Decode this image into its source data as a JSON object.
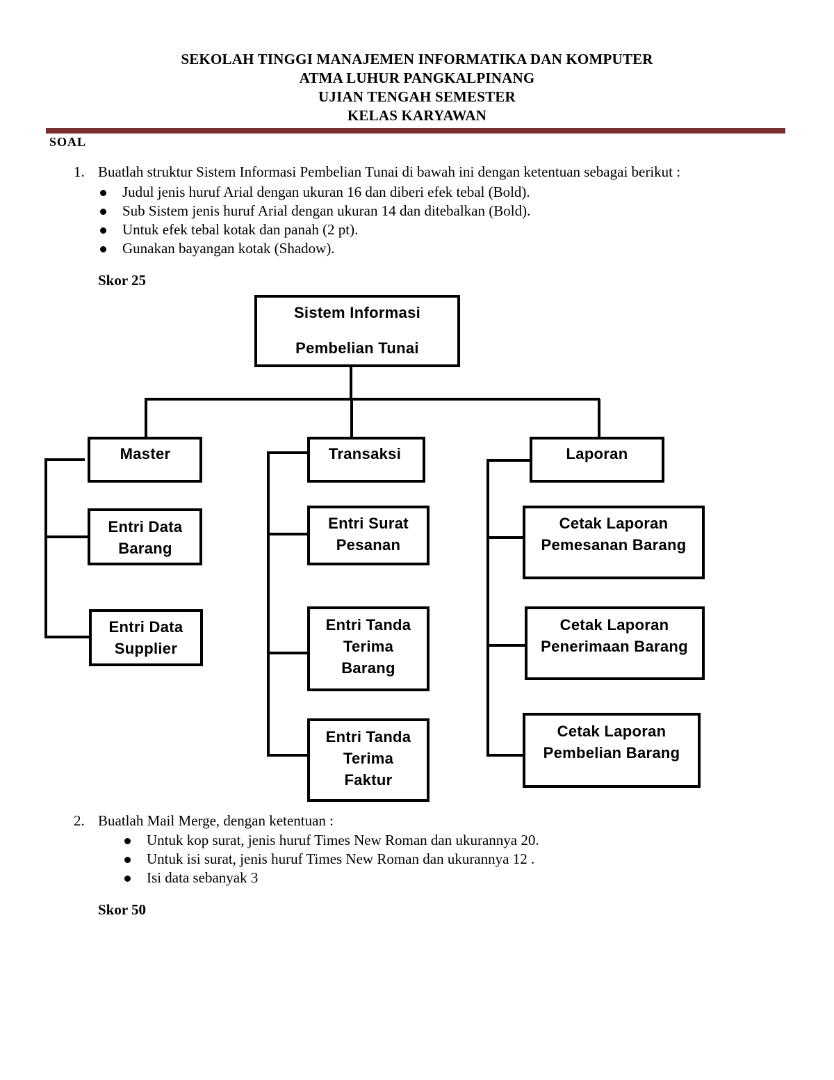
{
  "header": {
    "line1": "SEKOLAH TINGGI MANAJEMEN INFORMATIKA DAN KOMPUTER",
    "line2": "ATMA LUHUR PANGKALPINANG",
    "line3": "UJIAN TENGAH SEMESTER",
    "line4": "KELAS KARYAWAN"
  },
  "colors": {
    "rule": "#7a2d2d"
  },
  "section_title": "SOAL",
  "question1": {
    "number": "1.",
    "text": "Buatlah struktur Sistem Informasi Pembelian  Tunai di bawah ini dengan ketentuan sebagai berikut :",
    "bullets": [
      "Judul jenis huruf Arial dengan ukuran 16 dan diberi efek tebal (Bold).",
      "Sub Sistem jenis huruf Arial dengan ukuran 14 dan ditebalkan (Bold).",
      "Untuk efek tebal kotak dan panah (2 pt).",
      "Gunakan bayangan kotak (Shadow)."
    ],
    "score": "Skor 25"
  },
  "diagram": {
    "root": [
      "Sistem Informasi",
      "Pembelian Tunai"
    ],
    "master": {
      "title": "Master",
      "items": [
        [
          "Entri Data",
          "Barang"
        ],
        [
          "Entri Data",
          "Supplier"
        ]
      ]
    },
    "transaksi": {
      "title": "Transaksi",
      "items": [
        [
          "Entri Surat",
          "Pesanan"
        ],
        [
          "Entri Tanda",
          "Terima",
          "Barang"
        ],
        [
          "Entri Tanda",
          "Terima",
          "Faktur"
        ]
      ]
    },
    "laporan": {
      "title": "Laporan",
      "items": [
        [
          "Cetak Laporan",
          "Pemesanan Barang"
        ],
        [
          "Cetak Laporan",
          "Penerimaan Barang"
        ],
        [
          "Cetak Laporan",
          "Pembelian Barang"
        ]
      ]
    }
  },
  "question2": {
    "number": "2.",
    "text": "Buatlah Mail Merge, dengan ketentuan :",
    "bullets": [
      "Untuk kop surat, jenis huruf Times New Roman dan ukurannya 20.",
      "Untuk isi surat, jenis huruf Times New Roman dan ukurannya 12 .",
      "Isi data sebanyak 3"
    ],
    "score": "Skor 50"
  }
}
